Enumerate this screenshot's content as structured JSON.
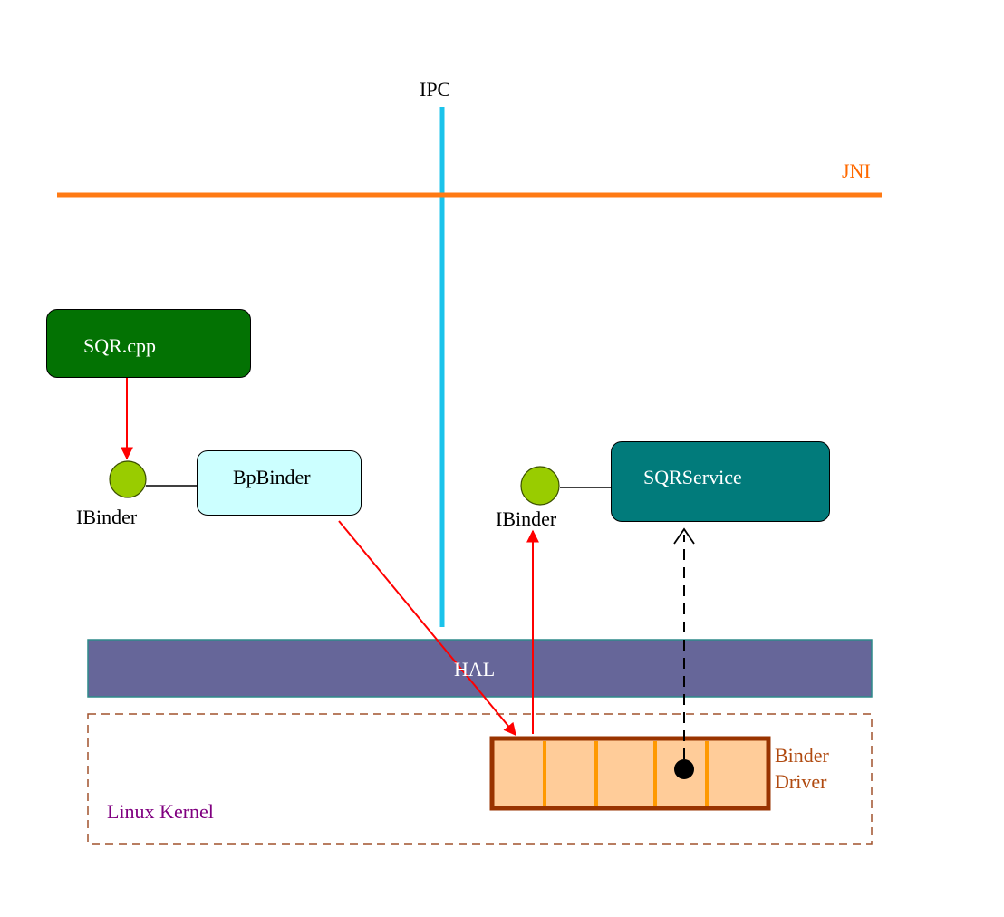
{
  "labels": {
    "ipc": "IPC",
    "jni": "JNI",
    "hal": "HAL",
    "linux_kernel": "Linux Kernel",
    "binder_driver_line1": "Binder",
    "binder_driver_line2": "Driver",
    "ibinder_client": "IBinder",
    "ibinder_service": "IBinder"
  },
  "boxes": {
    "sqr_cpp": "SQR.cpp",
    "bp_binder": "BpBinder",
    "sqr_service": "SQRService"
  },
  "colors": {
    "ipc_line": "#1BC3EB",
    "jni_line": "#FF7A14",
    "jni_text": "#FF6A00",
    "sqr_cpp_fill": "#037203",
    "bp_binder_fill": "#CCFFFF",
    "sqr_service_fill": "#017B7B",
    "hal_fill": "#666699",
    "hal_border": "#2E8A8A",
    "kernel_border": "#A0522D",
    "kernel_text": "#800080",
    "driver_text": "#B04A10",
    "driver_fill": "#FFCC99",
    "driver_border": "#993300",
    "driver_slot": "#FF9900",
    "ibinder_circle": "#99CC00",
    "arrow_red": "#FF0000"
  }
}
